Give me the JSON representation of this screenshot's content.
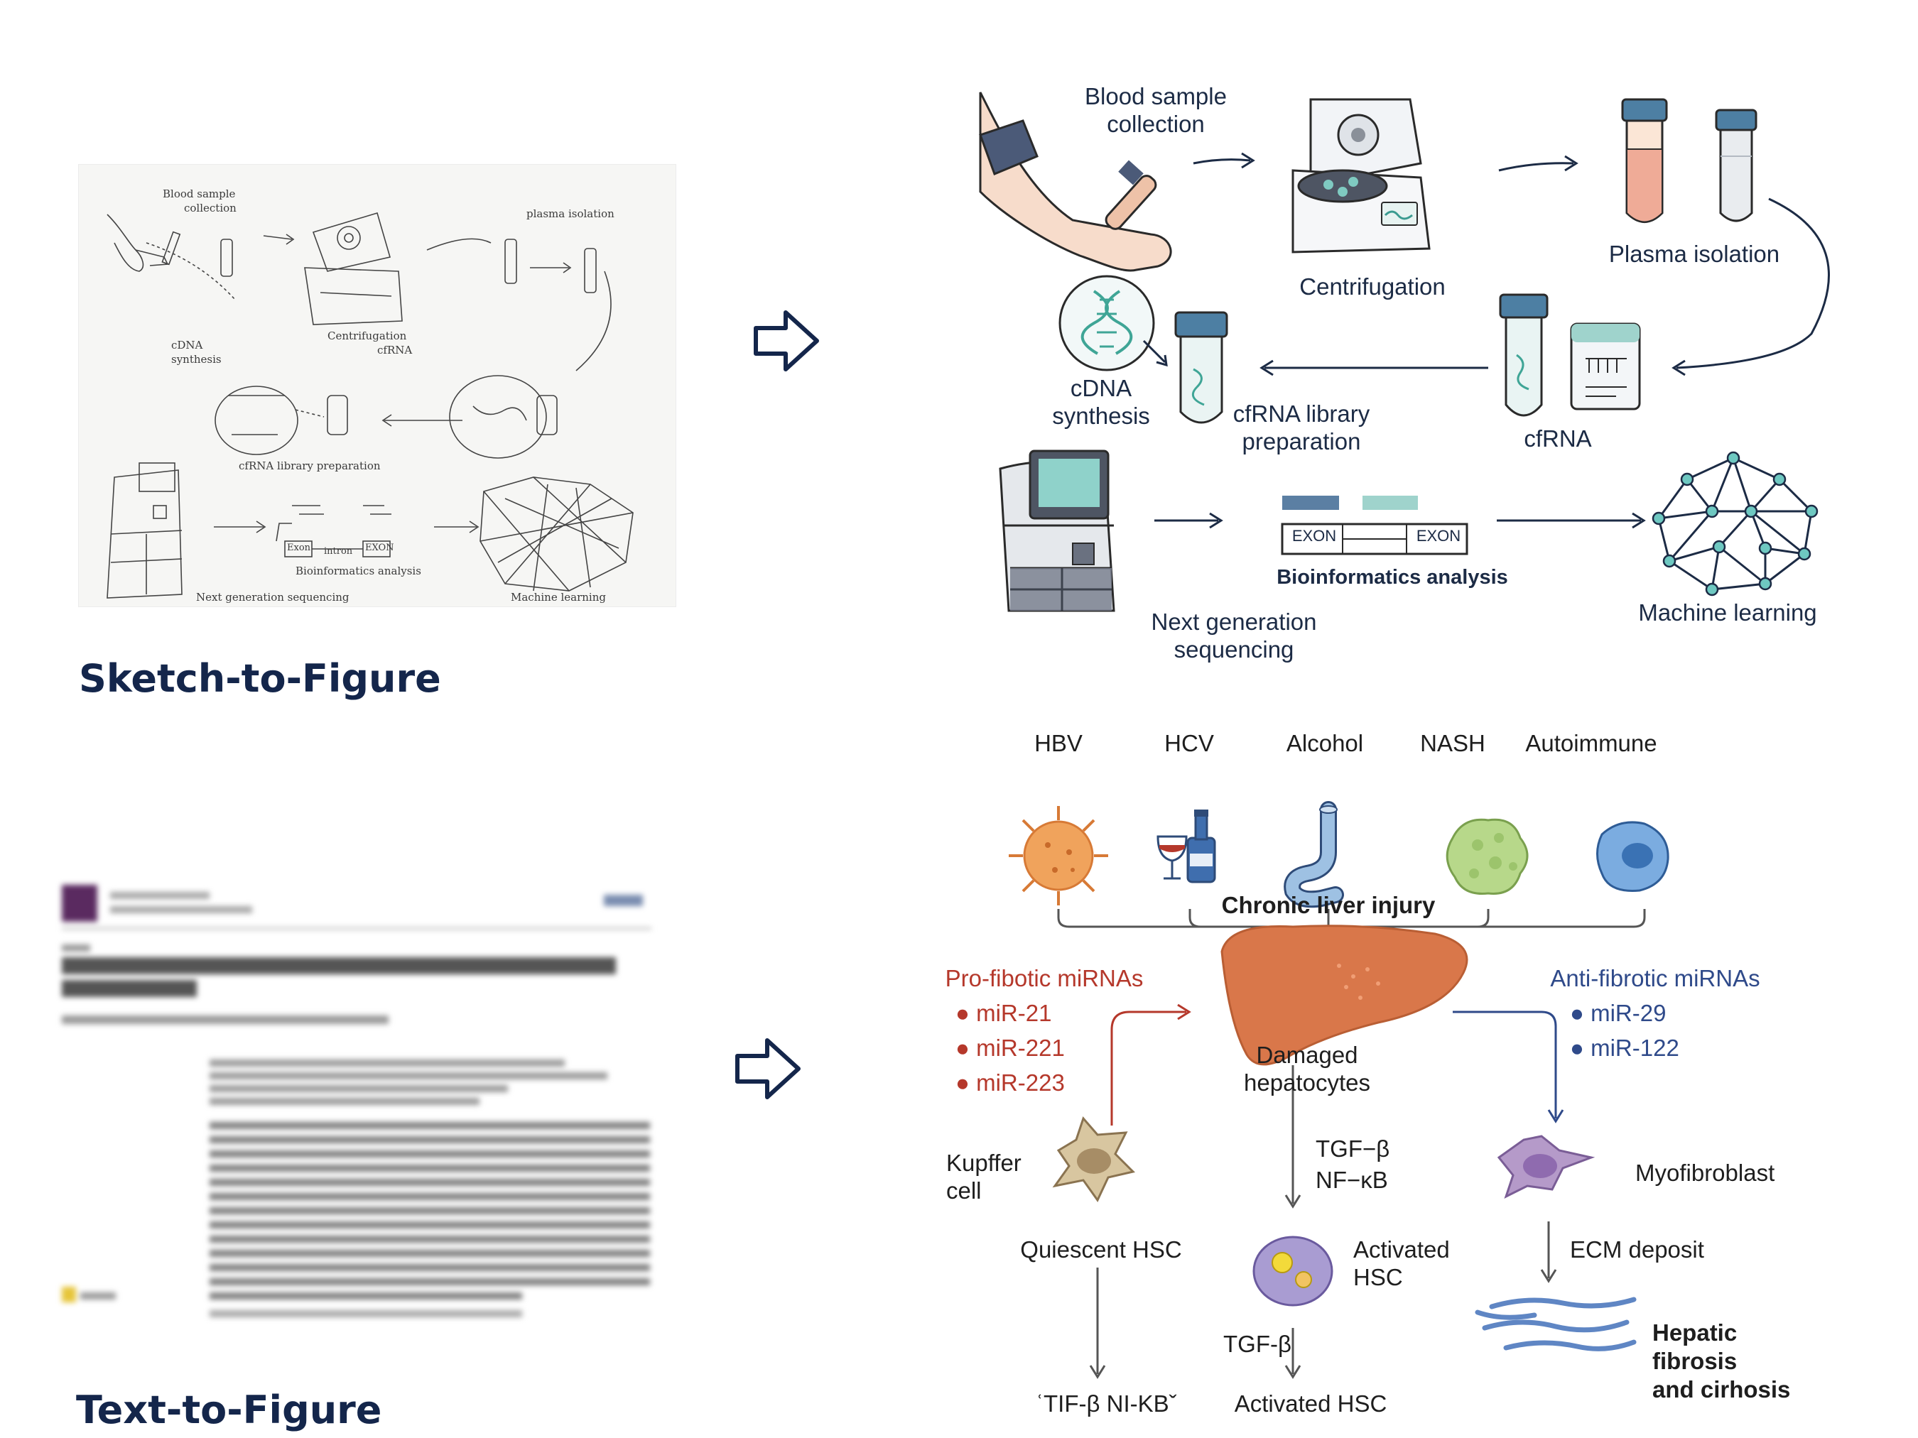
{
  "sections": {
    "sketch_title": "Sketch-to-Figure",
    "text_title": "Text-to-Figure"
  },
  "sketch": {
    "blood": [
      "Blood sample",
      "collection"
    ],
    "plasma": "plasma isolation",
    "centrifugation": "Centrifugation",
    "cfrna": "cfRNA",
    "cdna": [
      "cDNA",
      "synthesis"
    ],
    "library": "cfRNA library preparation",
    "exon1": "Exon",
    "intron": "intron",
    "exon2": "EXON",
    "bioinfo": "Bioinformatics analysis",
    "ngs": "Next generation sequencing",
    "ml": "Machine learning"
  },
  "pipeline": {
    "blood_line1": "Blood sample",
    "blood_line2": "collection",
    "centrifugation": "Centrifugation",
    "plasma": "Plasma isolation",
    "cdna_line1": "cDNA",
    "cdna_line2": "synthesis",
    "library_line1": "cfRNA library",
    "library_line2": "preparation",
    "cfrna": "cfRNA",
    "exon1": "EXON",
    "exon2": "EXON",
    "bioinfo": "Bioinformatics analysis",
    "ngs_line1": "Next generation",
    "ngs_line2": "sequencing",
    "ml": "Machine learning"
  },
  "fibrosis": {
    "causes": [
      "HBV",
      "HCV",
      "Alcohol",
      "NASH",
      "Autoimmune"
    ],
    "injury": "Chronic liver injury",
    "pro_title": "Pro-fibotic miRNAs",
    "pro_items": [
      "miR-21",
      "miR-221",
      "miR-223"
    ],
    "anti_title": "Anti-fibrotic miRNAs",
    "anti_items": [
      "miR-29",
      "miR-122"
    ],
    "damaged_line1": "Damaged",
    "damaged_line2": "hepatocytes",
    "kupffer_line1": "Kupffer",
    "kupffer_line2": "cell",
    "tgf1": "TGF−β",
    "nfkb": "NF−κB",
    "myofibroblast": "Myofibroblast",
    "quiescent": "Quiescent HSC",
    "activated_line1": "Activated",
    "activated_line2": "HSC",
    "ecm": "ECM deposit",
    "tgf2": "TGF-β",
    "bottom_left": "ʿTIF-β NI-ΚΒˇ",
    "bottom_mid": "Activated HSC",
    "fib_line1": "Hepatic",
    "fib_line2": "fibrosis",
    "fib_line3": "and cirhosis"
  },
  "colors": {
    "navy": "#14264b",
    "liver": "#d9774a",
    "pro_red": "#b5382b",
    "anti_blue": "#2f4a8a",
    "teal": "#5fb7b0"
  }
}
